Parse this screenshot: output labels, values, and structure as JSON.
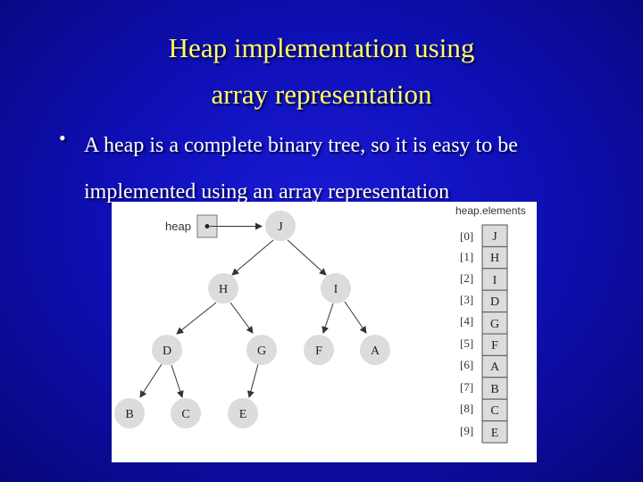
{
  "slide": {
    "title_lines": [
      "Heap implementation using",
      "array representation"
    ],
    "bullet_lines": [
      "A heap is a complete binary tree, so it is easy to be",
      "implemented using an array representation"
    ],
    "bullet_symbol": "•"
  },
  "diagram": {
    "heap_label": "heap",
    "array_label": "heap.elements",
    "nodes": [
      "J",
      "H",
      "I",
      "D",
      "G",
      "F",
      "A",
      "B",
      "C",
      "E"
    ],
    "indices": [
      "[0]",
      "[1]",
      "[2]",
      "[3]",
      "[4]",
      "[5]",
      "[6]",
      "[7]",
      "[8]",
      "[9]"
    ],
    "colors": {
      "title": "#ffff66",
      "node_fill": "#dcdcdc",
      "cell_fill": "#dcdcdc",
      "arrow": "#333333"
    }
  }
}
